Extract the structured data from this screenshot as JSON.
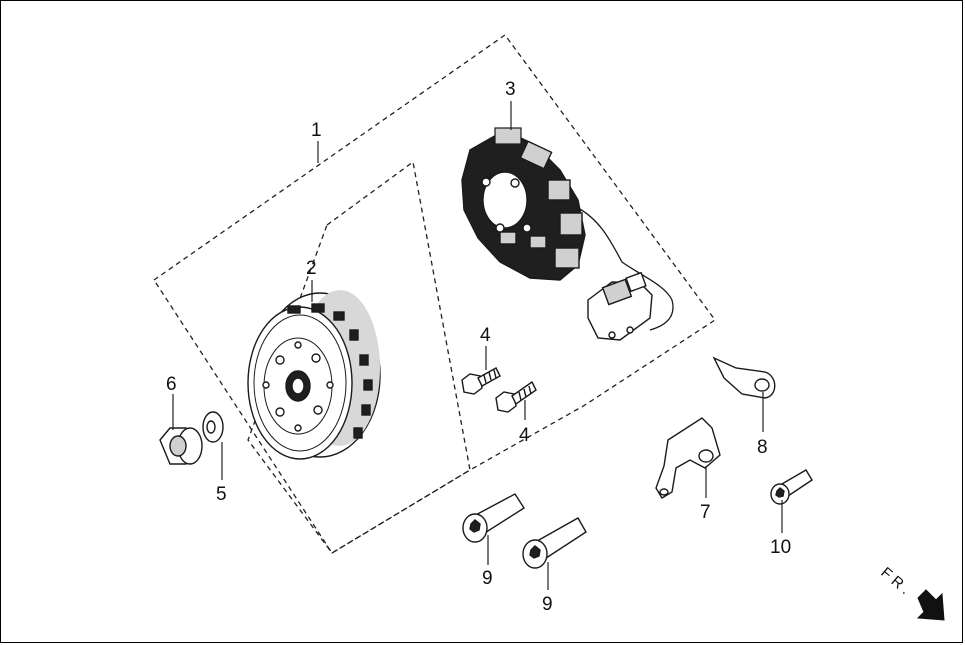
{
  "labels": {
    "p1": "1",
    "p2": "2",
    "p3": "3",
    "p4a": "4",
    "p4b": "4",
    "p5": "5",
    "p6": "6",
    "p7": "7",
    "p8": "8",
    "p9a": "9",
    "p9b": "9",
    "p10": "10"
  },
  "direction": {
    "text": "F R ."
  },
  "colors": {
    "line": "#1a1a1a",
    "fill": "#ffffff",
    "shade": "#d0d0d0",
    "dark": "#1f1f1f"
  },
  "icons": {
    "direction": "arrow-down-right-icon"
  }
}
